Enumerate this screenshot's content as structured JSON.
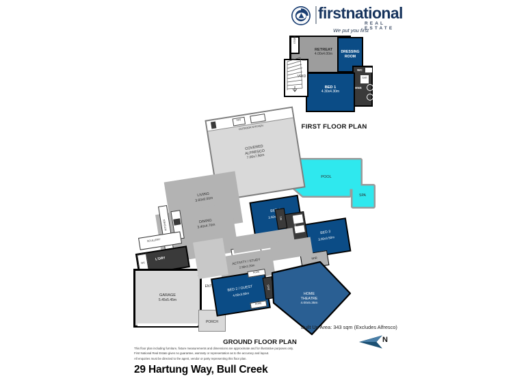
{
  "brand": {
    "name_first": "first",
    "name_second": "national",
    "subtitle": "REAL ESTATE",
    "tagline": "We put you first",
    "logo_icon": "first-national-swirl-logo",
    "color_navy": "#16335c",
    "color_grey": "#9aa3ae"
  },
  "plans": {
    "first_floor_title": "FIRST FLOOR PLAN",
    "ground_floor_title": "GROUND FLOOR PLAN"
  },
  "first_floor": {
    "rooms": [
      {
        "name": "STORE",
        "dim": "",
        "fill": "#ffffff"
      },
      {
        "name": "RETREAT",
        "dim": "4.00x4.00m",
        "fill": "#9d9d9d"
      },
      {
        "name": "DRESSING\nROOM",
        "dim": "",
        "fill": "#0b4c86"
      },
      {
        "name": "BED 1",
        "dim": "4.30x4.30m",
        "fill": "#0b4c86"
      },
      {
        "name": "VOID",
        "dim": "",
        "fill": "#ffffff"
      },
      {
        "name": "WC",
        "dim": "",
        "fill": "#3a3a3a"
      },
      {
        "name": "SHR",
        "dim": "",
        "fill": "#3a3a3a"
      },
      {
        "name": "ENS",
        "dim": "",
        "fill": "#3a3a3a"
      },
      {
        "name": "DN",
        "dim": "",
        "fill": "#ffffff"
      }
    ],
    "labels": {
      "store": "STORE",
      "retreat": "RETREAT",
      "retreat_dim": "4.00x4.00m",
      "dressing": "DRESSING",
      "dressing2": "ROOM",
      "bed1": "BED 1",
      "bed1_dim": "4.30x4.30m",
      "void": "VOID",
      "wc": "WC",
      "shr": "SHR",
      "ens": "ENS",
      "dn": "DN"
    }
  },
  "ground_floor": {
    "labels": {
      "outdoor_kitchen": "OUTDOOR KITCHEN",
      "bbq": "BBQ",
      "alfresco": "COVERED\nALFRESCO",
      "alfresco_dim": "7.00x7.50m",
      "living": "LIVING",
      "living_dim": "3.60x6.00m",
      "dining": "DINING",
      "dining_dim": "3.40x4.70m",
      "kitchen": "KITCHEN",
      "scullery": "SCULLERY",
      "ldry": "L'DRY",
      "wc": "WC",
      "garage": "GARAGE",
      "garage_dim": "5.45x5.45m",
      "porch": "PORCH",
      "entry": "ENTRY",
      "up": "UP",
      "void": "VOID",
      "bed4": "BED 4",
      "bed4_dim": "3.50x3.00m",
      "bed3": "BED 3",
      "bed3_dim": "3.00x3.50m",
      "bath": "BATH",
      "wc2": "WC",
      "wir": "WIR",
      "linen": "LINEN",
      "activity": "ACTIVITY / STUDY",
      "activity_dim": "2.90x2.20m",
      "bed2": "BED 2 / GUEST",
      "bed2_dim": "4.00x3.80m",
      "home_theatre": "HOME\nTHEATRE",
      "home_theatre_dim": "4.00x5.35m",
      "ens": "ENS",
      "robe": "ROBE",
      "robe2": "ROBE",
      "pool": "POOL",
      "spa": "SPA"
    }
  },
  "footer": {
    "built_up_area": "Built Up Area: 343 sqm (Excludes Alfresco)",
    "disclaimer_line1": "This floor plan including furniture, fixture measurements and dimensions are approximate and for illustrative purposes only.",
    "disclaimer_line2": "First National Real Estate gives no guarantee, warranty or representation as to the accuracy and layout.",
    "disclaimer_line3": "All enquiries must be directed to the agent, vendor or party representing this floor plan.",
    "address": "29 Hartung Way, Bull Creek",
    "compass_label": "N",
    "compass_icon": "north-arrow-icon"
  }
}
